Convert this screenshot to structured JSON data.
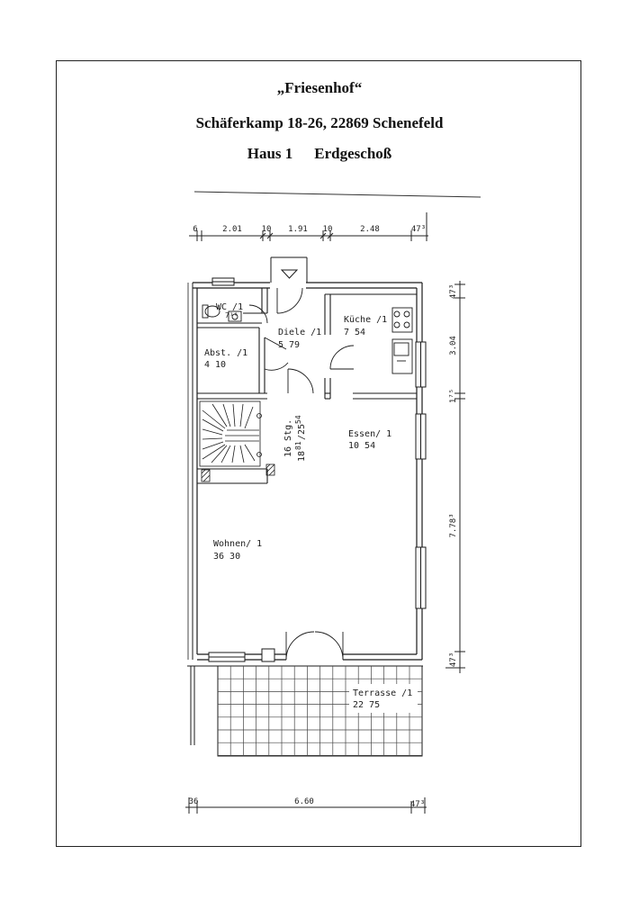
{
  "header": {
    "project": "„Friesenhof“",
    "address": "Schäferkamp 18-26, 22869 Schenefeld",
    "house": "Haus 1",
    "floor": "Erdgeschoß"
  },
  "dimensions": {
    "top": [
      "6",
      "2.01",
      "10",
      "1.91",
      "10",
      "2.48",
      "47³"
    ],
    "right": [
      "47³",
      "3.04",
      "1⁷⁵",
      "7.78³",
      "47³"
    ],
    "bottom": [
      "36",
      "6.60",
      "47³"
    ]
  },
  "stairs": {
    "steps": "16 Stg.",
    "ratio_a": "18",
    "ratio_b": "81",
    "ratio_c": "/25",
    "ratio_d": "54"
  },
  "rooms": [
    {
      "name": "WC /1",
      "area": "7¹⁶"
    },
    {
      "name": "Diele /1",
      "area": "5 79"
    },
    {
      "name": "Küche /1",
      "area": "7 54"
    },
    {
      "name": "Abst. /1",
      "area": "4 10"
    },
    {
      "name": "Essen/ 1",
      "area": "10 54"
    },
    {
      "name": "Wohnen/ 1",
      "area": "36 30"
    },
    {
      "name": "Terrasse /1",
      "area": "22 75"
    }
  ]
}
